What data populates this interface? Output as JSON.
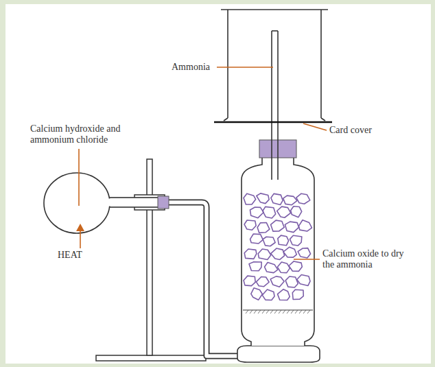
{
  "diagram": {
    "labels": [
      "Ammonia",
      "Card cover",
      "Calcium hydroxide and ammonium chloride",
      "HEAT",
      "Calcium oxide to dry the ammonia"
    ]
  }
}
